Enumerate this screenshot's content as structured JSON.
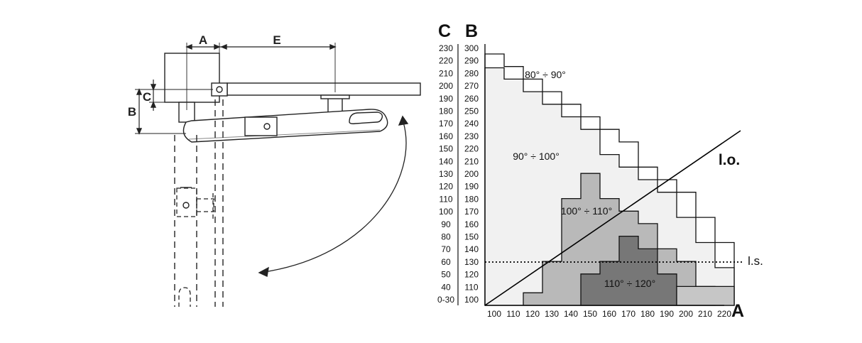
{
  "left_drawing": {
    "dim_A": "A",
    "dim_E": "E",
    "dim_B": "B",
    "dim_C": "C"
  },
  "chart": {
    "header_C": "C",
    "header_B": "B",
    "axis_A": "A",
    "c_labels": [
      "230",
      "220",
      "210",
      "200",
      "190",
      "180",
      "170",
      "160",
      "150",
      "140",
      "130",
      "120",
      "110",
      "100",
      "90",
      "80",
      "70",
      "60",
      "50",
      "40",
      "0-30"
    ],
    "b_labels": [
      "300",
      "290",
      "280",
      "270",
      "260",
      "250",
      "240",
      "230",
      "220",
      "210",
      "200",
      "190",
      "180",
      "170",
      "160",
      "150",
      "140",
      "130",
      "120",
      "110",
      "100"
    ],
    "a_labels": [
      "100",
      "110",
      "120",
      "130",
      "140",
      "150",
      "160",
      "170",
      "180",
      "190",
      "200",
      "210",
      "220"
    ],
    "zone_80_90": "80° ÷ 90°",
    "zone_90_100": "90° ÷ 100°",
    "zone_100_110": "100° ÷ 110°",
    "zone_110_120": "110° ÷ 120°",
    "line_lo": "l.o.",
    "line_ls": "l.s."
  },
  "colors": {
    "zone_80_90": "#ffffff",
    "zone_90_100": "#f1f1f1",
    "zone_100_110": "#b9b9b9",
    "zone_110_120": "#777777",
    "zone_110_120_right": "#c6c6c6",
    "line": "#000000"
  }
}
